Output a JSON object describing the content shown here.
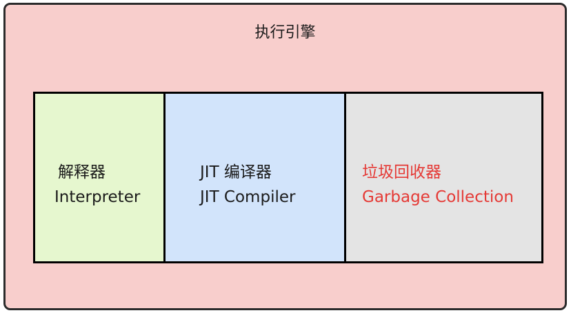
{
  "engine": {
    "title": "执行引擎"
  },
  "components": {
    "interpreter": {
      "zh": "解释器",
      "en": "Interpreter"
    },
    "jit": {
      "zh": "JIT 编译器",
      "en": "JIT Compiler"
    },
    "gc": {
      "zh": "垃圾回收器",
      "en": "Garbage Collection"
    }
  },
  "colors": {
    "engine_fill": "#f8cecc",
    "interpreter_fill": "#e6f7cf",
    "jit_fill": "#d2e4fb",
    "gc_fill": "#e4e4e4",
    "gc_text": "#e53935"
  }
}
